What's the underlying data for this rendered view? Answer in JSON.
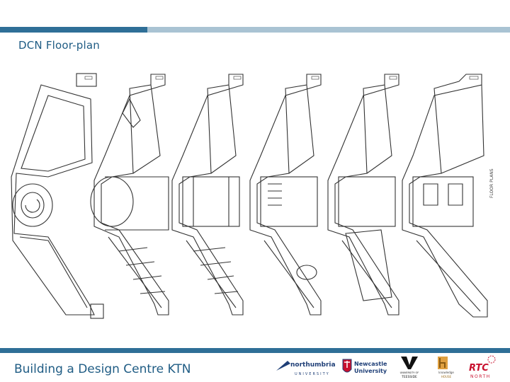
{
  "slide": {
    "title": "DCN Floor-plan",
    "footer": "Building a Design Centre KTN"
  },
  "floorplan": {
    "description_icon": "floor-plan-drawing",
    "level_count": 6,
    "side_caption": "FLOOR PLANS"
  },
  "logos": {
    "northumbria": {
      "name": "northumbria",
      "sub": "UNIVERSITY"
    },
    "newcastle": {
      "name": "Newcastle",
      "sub": "University"
    },
    "teesside": {
      "name": "UNIVERSITY OF",
      "sub": "TEESSIDE"
    },
    "knowledge_house": {
      "name": "knowledge",
      "sub": "HOUSE"
    },
    "rtc": {
      "name": "RTC",
      "sub": "NORTH"
    }
  },
  "colors": {
    "accent_dark": "#2f6f97",
    "accent_light": "#a9c3d3",
    "title_text": "#1f5c84"
  }
}
